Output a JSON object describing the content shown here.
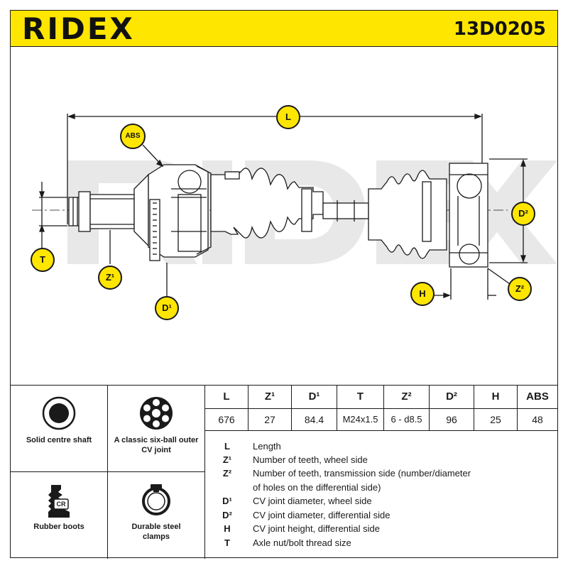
{
  "header": {
    "brand": "RIDEX",
    "part_number": "13D0205"
  },
  "callouts": {
    "L": "L",
    "ABS": "ABS",
    "D2": "D²",
    "T": "T",
    "Z1": "Z¹",
    "D1": "D¹",
    "H": "H",
    "Z2": "Z²"
  },
  "features": [
    {
      "label": "Solid centre shaft",
      "icon": "solid-shaft-icon"
    },
    {
      "label": "A classic six-ball outer CV joint",
      "icon": "six-ball-joint-icon"
    },
    {
      "label": "Rubber boots",
      "icon": "rubber-boot-icon"
    },
    {
      "label": "Durable steel clamps",
      "icon": "steel-clamp-icon"
    }
  ],
  "boot_badge": "CR",
  "spec_table": {
    "headers": [
      "L",
      "Z¹",
      "D¹",
      "T",
      "Z²",
      "D²",
      "H",
      "ABS"
    ],
    "values": [
      "676",
      "27",
      "84.4",
      "M24x1.5",
      "6 - d8.5",
      "96",
      "25",
      "48"
    ]
  },
  "legend": [
    {
      "key": "L",
      "text": "Length"
    },
    {
      "key": "Z¹",
      "text": "Number of teeth, wheel side"
    },
    {
      "key": "Z²",
      "text": "Number of teeth, transmission side (number/diameter"
    },
    {
      "key": "",
      "text": "of holes on the differential side)"
    },
    {
      "key": "D¹",
      "text": "CV joint diameter, wheel side"
    },
    {
      "key": "D²",
      "text": "CV joint diameter, differential side"
    },
    {
      "key": "H",
      "text": "CV joint height, differential side"
    },
    {
      "key": "T",
      "text": "Axle nut/bolt thread size"
    }
  ],
  "colors": {
    "accent": "#ffe600",
    "ink": "#1a1a1a",
    "watermark": "#e6e6e6"
  }
}
